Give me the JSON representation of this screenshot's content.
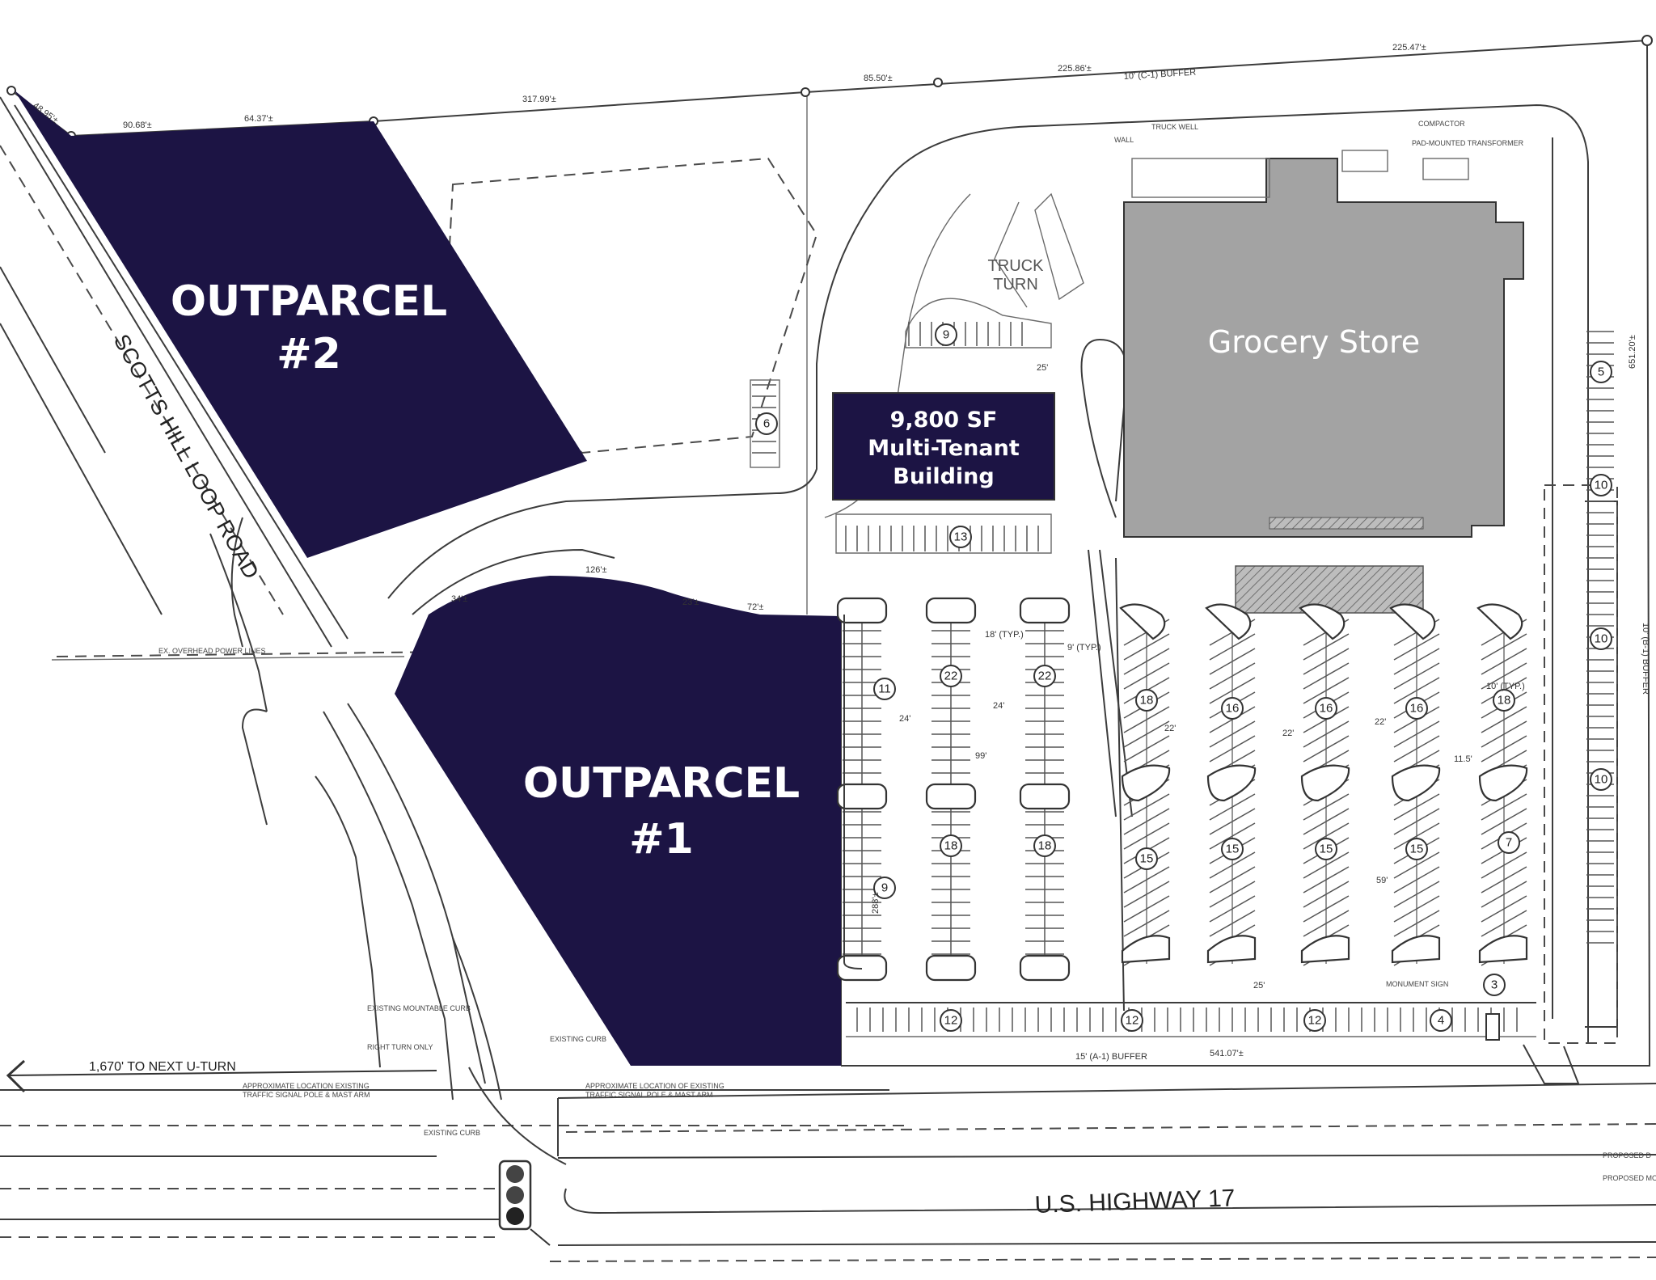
{
  "parcels": {
    "outparcel_2": {
      "line1": "OUTPARCEL",
      "line2": "#2"
    },
    "outparcel_1": {
      "line1": "OUTPARCEL",
      "line2": "#1"
    }
  },
  "buildings": {
    "multi_tenant": {
      "line1": "9,800 SF",
      "line2": "Multi-Tenant",
      "line3": "Building"
    },
    "grocery": {
      "label": "Grocery Store"
    }
  },
  "roads": {
    "scotts_hill": "SCOTTS HILL LOOP ROAD",
    "highway": "U.S. HIGHWAY 17"
  },
  "annotations": {
    "truck_turn_1": "TRUCK",
    "truck_turn_2": "TURN",
    "next_uturn": "1,670' TO NEXT U-TURN",
    "buffer_top": "10' (C-1) BUFFER",
    "buffer_bottom": "15' (A-1) BUFFER",
    "buffer_right": "10' (B-1) BUFFER",
    "overhead_lines": "EX. OVERHEAD POWER LINES",
    "existing_mountable_curb": "EXISTING MOUNTABLE CURB",
    "right_turn_only": "RIGHT TURN ONLY",
    "existing_curb_1": "EXISTING CURB",
    "existing_curb_2": "EXISTING CURB",
    "signal_pole_1a": "APPROXIMATE LOCATION EXISTING",
    "signal_pole_1b": "TRAFFIC SIGNAL POLE & MAST ARM",
    "signal_pole_2a": "APPROXIMATE LOCATION OF EXISTING",
    "signal_pole_2b": "TRAFFIC SIGNAL POLE & MAST ARM",
    "monument_sign": "MONUMENT SIGN",
    "compactor": "COMPACTOR",
    "transformer": "PAD-MOUNTED TRANSFORMER",
    "truck_well": "TRUCK WELL",
    "wall": "WALL",
    "proposed_1": "PROPOSED D",
    "proposed_2": "PROPOSED MOU"
  },
  "dimensions": {
    "d1": "48.95'±",
    "d2": "90.68'±",
    "d3": "64.37'±",
    "d4": "317.99'±",
    "d5": "85.50'±",
    "d6": "225.86'±",
    "d7": "225.47'±",
    "d8": "651.20'±",
    "d9": "541.07'±",
    "d10": "288'±",
    "d11": "126'±",
    "d12": "72'±",
    "d13": "23'±",
    "d14": "34'±",
    "d15": "24'",
    "d16": "24'",
    "d17": "99'",
    "d18": "18' (TYP.)",
    "d19": "9' (TYP.)",
    "d20": "22'",
    "d21": "22'",
    "d22": "22'",
    "d23": "11.5'",
    "d24": "59'",
    "d25": "25'",
    "d26": "10' (TYP.)",
    "d27": "25'"
  },
  "stall_counts": [
    "9",
    "6",
    "13",
    "5",
    "10",
    "10",
    "10",
    "11",
    "22",
    "22",
    "18",
    "16",
    "16",
    "16",
    "18",
    "18",
    "18",
    "15",
    "15",
    "15",
    "15",
    "7",
    "9",
    "3",
    "12",
    "12",
    "12",
    "4"
  ],
  "colors": {
    "parcel": "#1c1444",
    "grocery": "#a3a3a3",
    "hatch": "#8a8a8a"
  }
}
